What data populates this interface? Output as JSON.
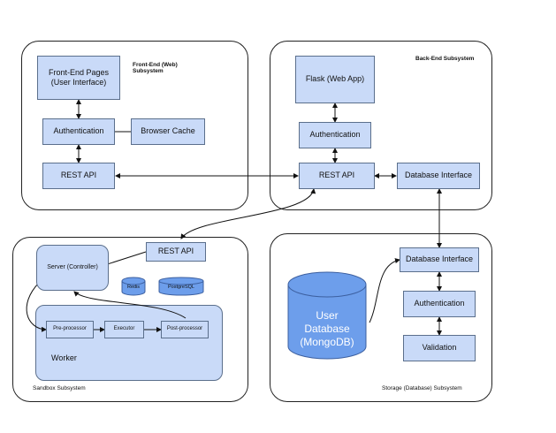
{
  "frontend": {
    "title": "Front-End (Web)\nSubsystem",
    "pages": "Front-End Pages\n(User Interface)",
    "auth": "Authentication",
    "cache": "Browser Cache",
    "rest": "REST API"
  },
  "backend": {
    "title": "Back-End Subsystem",
    "flask": "Flask (Web App)",
    "auth": "Authentication",
    "rest": "REST API",
    "dbi": "Database Interface"
  },
  "sandbox": {
    "title": "Sandbox Subsystem",
    "rest": "REST API",
    "server": "Server (Controller)",
    "redis": "Redis",
    "postgres": "PostgreSQL",
    "worker": "Worker",
    "pre": "Pre-processor",
    "exec": "Executor",
    "post": "Post-processor"
  },
  "storage": {
    "title": "Storage (Database) Subsystem",
    "dbi": "Database Interface",
    "auth": "Authentication",
    "validation": "Validation",
    "userdb": "User\nDatabase\n(MongoDB)"
  }
}
